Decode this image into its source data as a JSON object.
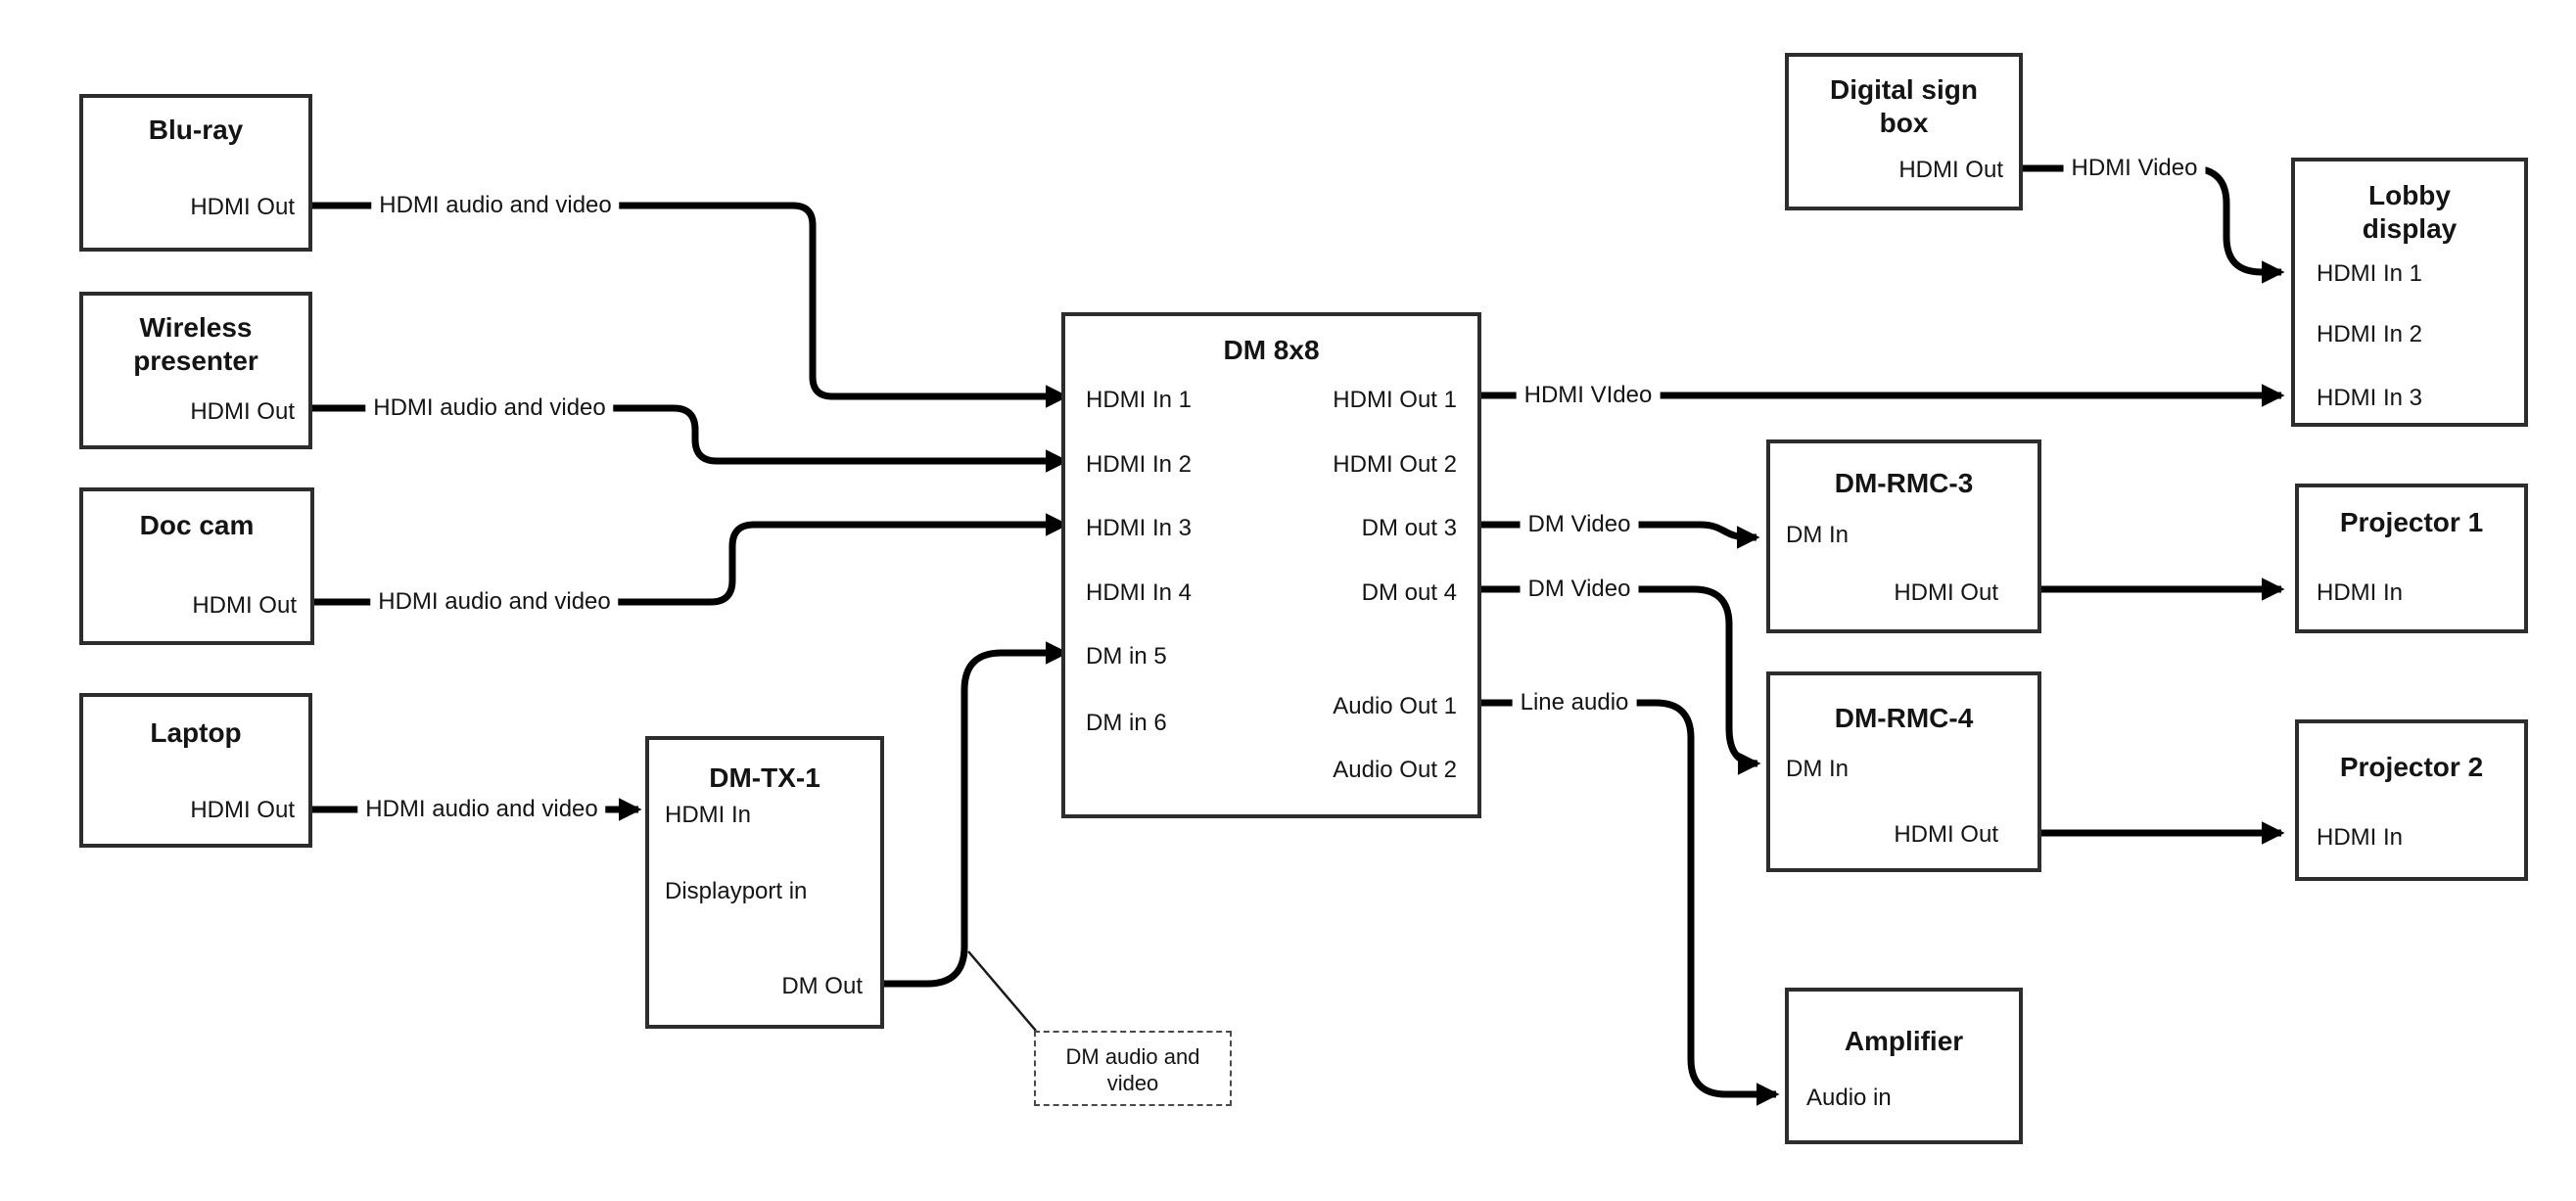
{
  "nodes": {
    "bluray": {
      "title": "Blu-ray",
      "hdmi_out": "HDMI Out"
    },
    "wireless": {
      "title_line1": "Wireless",
      "title_line2": "presenter",
      "hdmi_out": "HDMI Out"
    },
    "doccam": {
      "title": "Doc cam",
      "hdmi_out": "HDMI Out"
    },
    "laptop": {
      "title": "Laptop",
      "hdmi_out": "HDMI Out"
    },
    "dmtx1": {
      "title": "DM-TX-1",
      "hdmi_in": "HDMI In",
      "displayport_in": "Displayport in",
      "dm_out": "DM Out"
    },
    "dm8x8": {
      "title": "DM 8x8",
      "inputs": [
        "HDMI In 1",
        "HDMI In 2",
        "HDMI In 3",
        "HDMI In 4",
        "DM in 5",
        "DM in 6"
      ],
      "outputs": [
        "HDMI Out 1",
        "HDMI Out 2",
        "DM out 3",
        "DM out 4",
        "Audio Out 1",
        "Audio Out 2"
      ]
    },
    "digitalsign": {
      "title_line1": "Digital sign",
      "title_line2": "box",
      "hdmi_out": "HDMI Out"
    },
    "lobby": {
      "title_line1": "Lobby",
      "title_line2": "display",
      "inputs": [
        "HDMI In 1",
        "HDMI In 2",
        "HDMI In 3"
      ]
    },
    "dmrmc3": {
      "title": "DM-RMC-3",
      "dm_in": "DM In",
      "hdmi_out": "HDMI Out"
    },
    "proj1": {
      "title": "Projector 1",
      "hdmi_in": "HDMI In"
    },
    "dmrmc4": {
      "title": "DM-RMC-4",
      "dm_in": "DM In",
      "hdmi_out": "HDMI Out"
    },
    "proj2": {
      "title": "Projector 2",
      "hdmi_in": "HDMI In"
    },
    "amplifier": {
      "title": "Amplifier",
      "audio_in": "Audio in"
    }
  },
  "connections": [
    {
      "from": "Blu-ray HDMI Out",
      "to": "DM 8x8 HDMI In 1",
      "label": "HDMI audio and video"
    },
    {
      "from": "Wireless presenter HDMI Out",
      "to": "DM 8x8 HDMI In 2",
      "label": "HDMI audio and video"
    },
    {
      "from": "Doc cam HDMI Out",
      "to": "DM 8x8 HDMI In 3",
      "label": "HDMI audio and video"
    },
    {
      "from": "Laptop HDMI Out",
      "to": "DM-TX-1 HDMI In",
      "label": "HDMI audio and video"
    },
    {
      "from": "DM-TX-1 DM Out",
      "to": "DM 8x8 DM in 5",
      "label": ""
    },
    {
      "from": "DM 8x8 HDMI Out 1",
      "to": "Lobby display HDMI In 3",
      "label": "HDMI VIdeo"
    },
    {
      "from": "DM 8x8 DM out 3",
      "to": "DM-RMC-3 DM In",
      "label": "DM Video"
    },
    {
      "from": "DM 8x8 DM out 4",
      "to": "DM-RMC-4 DM In",
      "label": "DM Video"
    },
    {
      "from": "DM 8x8 Audio Out 1",
      "to": "Amplifier Audio in",
      "label": "Line audio"
    },
    {
      "from": "Digital sign box HDMI Out",
      "to": "Lobby display HDMI In 1",
      "label": "HDMI Video"
    },
    {
      "from": "DM-RMC-3 HDMI Out",
      "to": "Projector 1 HDMI In",
      "label": ""
    },
    {
      "from": "DM-RMC-4 HDMI Out",
      "to": "Projector 2 HDMI In",
      "label": ""
    }
  ],
  "note": {
    "line1": "DM audio and",
    "line2": "video"
  },
  "colors": {
    "line": "#000000",
    "box_border": "#2d2d2d",
    "background": "#ffffff",
    "note_border": "#4a4a4a"
  }
}
